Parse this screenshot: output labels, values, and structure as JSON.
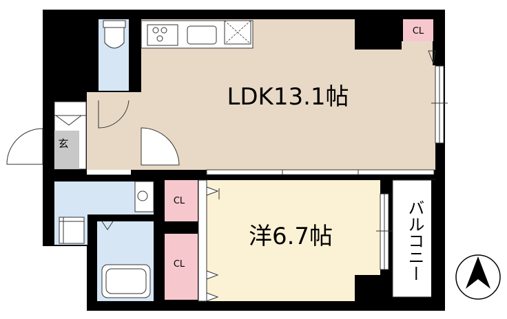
{
  "rooms": {
    "ldk": "LDK13.1帖",
    "western": "洋6.7帖",
    "entrance": "玄",
    "balcony": "バルコニー"
  },
  "closets": {
    "ldk": "CL",
    "upper": "CL",
    "lower": "CL"
  },
  "colors": {
    "wall": "#000000",
    "ldk_floor": "#e8d9c6",
    "western_floor": "#fbf1d4",
    "wet_area": "#d6e6f5",
    "closet": "#f6c8cd",
    "entrance": "#c8c8c8"
  },
  "compass": {
    "icon": "north-arrow-icon"
  }
}
